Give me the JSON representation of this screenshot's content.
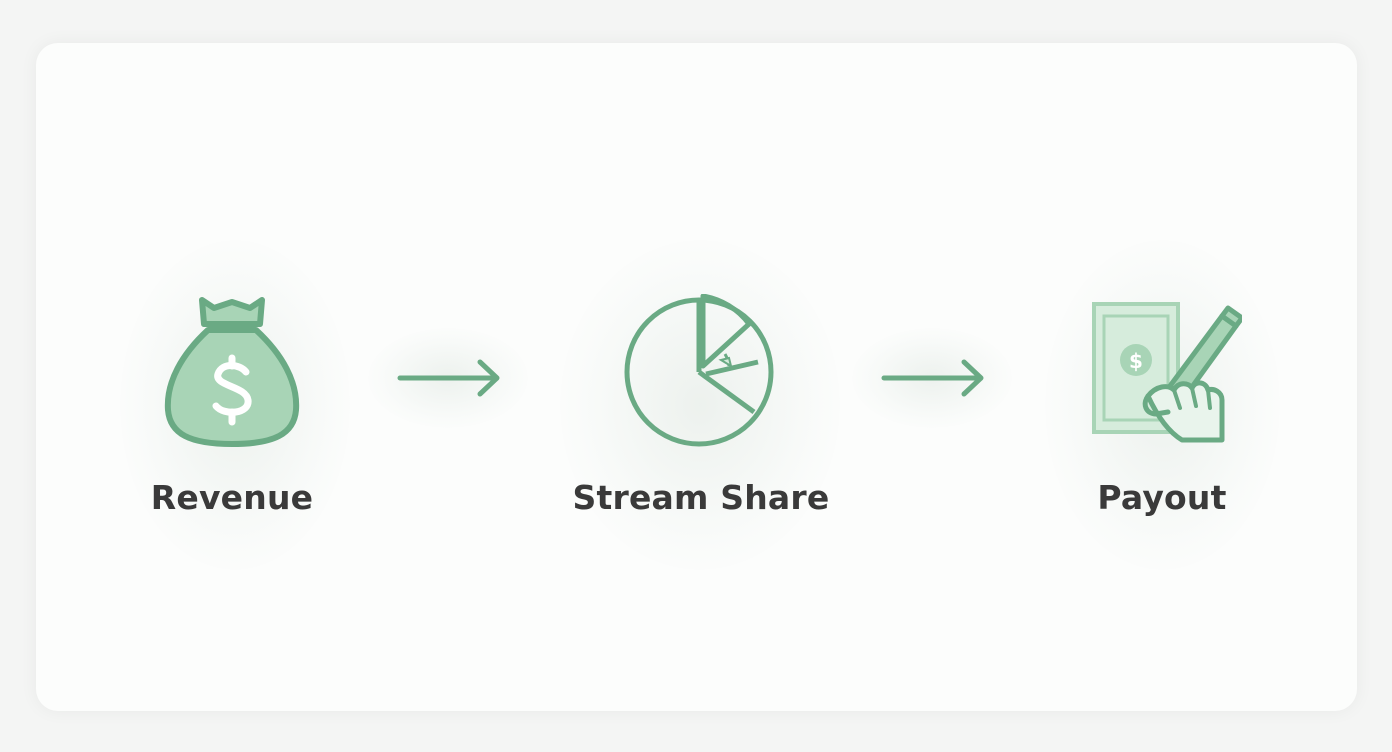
{
  "colors": {
    "accent": "#6aaa84",
    "accent_fill": "#a8d4b6",
    "accent_light": "#d6ecdc",
    "text": "#3a3a3a",
    "card": "#fcfdfc"
  },
  "steps": [
    {
      "label": "Revenue",
      "icon": "money-bag-icon"
    },
    {
      "label": "Stream Share",
      "icon": "pie-chart-icon"
    },
    {
      "label": "Payout",
      "icon": "check-signing-icon"
    }
  ],
  "connectors": [
    "arrow-right-icon",
    "arrow-right-icon"
  ]
}
